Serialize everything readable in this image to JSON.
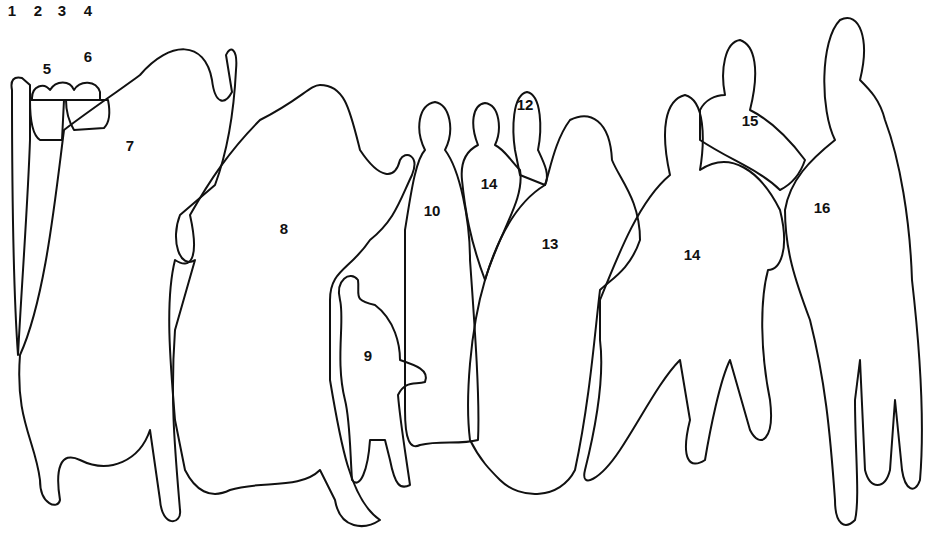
{
  "diagram": {
    "labels": [
      "1",
      "2",
      "3",
      "4",
      "5",
      "6",
      "7",
      "8",
      "9",
      "10",
      "14",
      "12",
      "13",
      "14",
      "15",
      "16"
    ]
  }
}
